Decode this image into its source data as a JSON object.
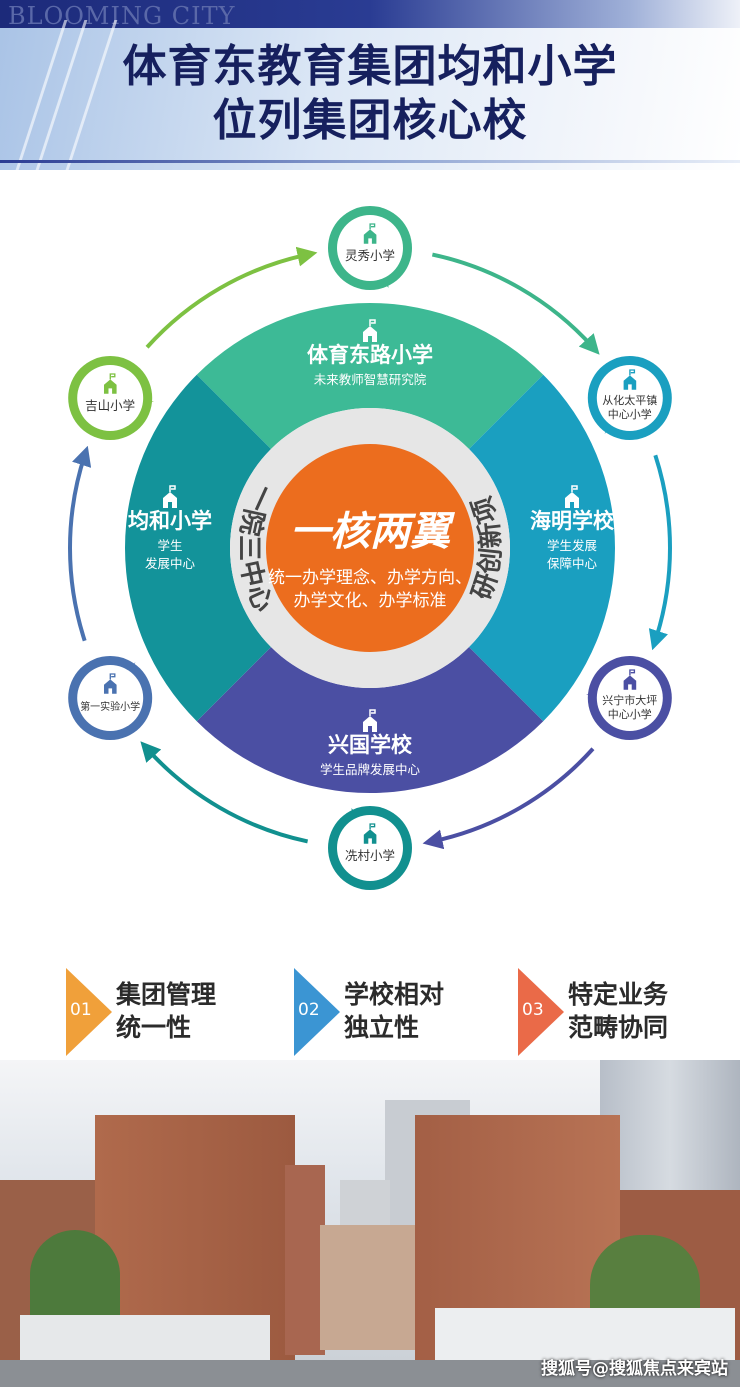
{
  "header": {
    "brand": "BLOOMING CITY",
    "title_line1": "体育东教育集团均和小学",
    "title_line2": "位列集团核心校"
  },
  "core": {
    "title": "一核两翼",
    "desc_line1": "统一办学理念、办学方向、",
    "desc_line2": "办学文化、办学标准",
    "left_arc": "一院三中心",
    "right_arc": "联研创新项目"
  },
  "quadrants": [
    {
      "name": "体育东路小学",
      "sub1": "未来教师智慧研究院",
      "sub2": "",
      "color": "#3dba96"
    },
    {
      "name": "海明学校",
      "sub1": "学生发展",
      "sub2": "保障中心",
      "color": "#1a9fc0"
    },
    {
      "name": "兴国学校",
      "sub1": "学生品牌发展中心",
      "sub2": "",
      "color": "#4b4fa3"
    },
    {
      "name": "均和小学",
      "sub1": "学生",
      "sub2": "发展中心",
      "color": "#13939a"
    }
  ],
  "nodes": [
    {
      "line1": "灵秀小学",
      "line2": "",
      "color": "#3db58a"
    },
    {
      "line1": "从化太平镇",
      "line2": "中心小学",
      "color": "#1a9fc0"
    },
    {
      "line1": "兴宁市大坪",
      "line2": "中心小学",
      "color": "#4b4fa3"
    },
    {
      "line1": "冼村小学",
      "line2": "",
      "color": "#11908f"
    },
    {
      "line1": "第一实验小学",
      "line2": "",
      "color": "#4a72b0"
    },
    {
      "line1": "吉山小学",
      "line2": "",
      "color": "#7dc142"
    }
  ],
  "arrow_colors": [
    "#3db58a",
    "#1a9fc0",
    "#4b4fa3",
    "#11908f",
    "#4a72b0",
    "#7dc142"
  ],
  "steps": [
    {
      "num": "01",
      "line1": "集团管理",
      "line2": "统一性",
      "color": "#f0a03a"
    },
    {
      "num": "02",
      "line1": "学校相对",
      "line2": "独立性",
      "color": "#3b95d3"
    },
    {
      "num": "03",
      "line1": "特定业务",
      "line2": "范畴协同",
      "color": "#ea6a48"
    }
  ],
  "watermark": "搜狐号@搜狐焦点来宾站"
}
